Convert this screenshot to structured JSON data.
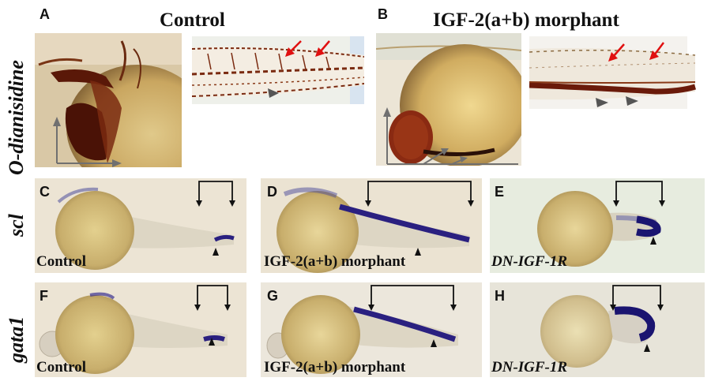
{
  "panel_letters": {
    "a": "A",
    "b": "B",
    "c": "C",
    "d": "D",
    "e": "E",
    "f": "F",
    "g": "G",
    "h": "H"
  },
  "titles": {
    "control": "Control",
    "morphant": "IGF-2(a+b) morphant"
  },
  "row_labels": {
    "odianisidine": "O-dianisidine",
    "scl": "scl",
    "gata1": "gata1"
  },
  "condition_labels": {
    "c": "Control",
    "d": "IGF-2(a+b) morphant",
    "e": "DN-IGF-1R",
    "f": "Control",
    "g": "IGF-2(a+b) morphant",
    "h": "DN-IGF-1R"
  },
  "colors": {
    "stain_brown": "#6a1a0a",
    "stain_purple": "#2a2080",
    "yolk": "#d8c07a",
    "background_embryo": "#e8e2d2",
    "red_arrow": "#e01010",
    "gray_arrow": "#606060"
  }
}
